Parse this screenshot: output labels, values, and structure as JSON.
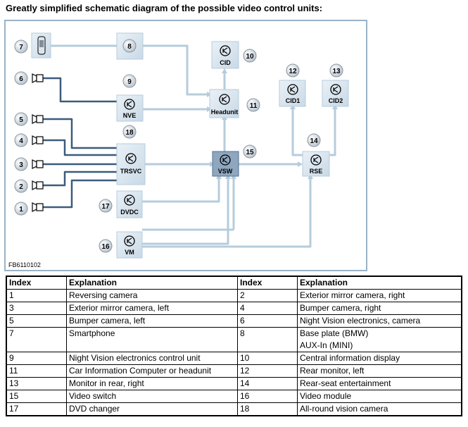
{
  "title": "Greatly simplified schematic diagram of the possible video control units:",
  "figure_id": "FB6110102",
  "nodes": {
    "cid": "CID",
    "headunit": "Headunit",
    "nve": "NVE",
    "trsvc": "TRSVC",
    "dvdc": "DVDC",
    "vm": "VM",
    "vsw": "VSW",
    "cid1": "CID1",
    "cid2": "CID2",
    "rse": "RSE"
  },
  "numbers": [
    "1",
    "2",
    "3",
    "4",
    "5",
    "6",
    "7",
    "8",
    "9",
    "10",
    "11",
    "12",
    "13",
    "14",
    "15",
    "16",
    "17",
    "18"
  ],
  "legend": {
    "headers": [
      "Index",
      "Explanation",
      "Index",
      "Explanation"
    ],
    "rows": [
      [
        "1",
        "Reversing camera",
        "2",
        "Exterior mirror camera, right"
      ],
      [
        "3",
        "Exterior mirror camera, left",
        "4",
        "Bumper camera, right"
      ],
      [
        "5",
        "Bumper camera, left",
        "6",
        "Night Vision electronics, camera"
      ],
      [
        "7",
        "Smartphone",
        "8",
        "Base plate (BMW)\nAUX-In (MINI)"
      ],
      [
        "9",
        "Night Vision electronics control unit",
        "10",
        "Central information display"
      ],
      [
        "11",
        "Car Information Computer or headunit",
        "12",
        "Rear monitor, left"
      ],
      [
        "13",
        "Monitor in rear, right",
        "14",
        "Rear-seat entertainment"
      ],
      [
        "15",
        "Video switch",
        "16",
        "Video module"
      ],
      [
        "17",
        "DVD changer",
        "18",
        "All-round vision camera"
      ]
    ]
  }
}
